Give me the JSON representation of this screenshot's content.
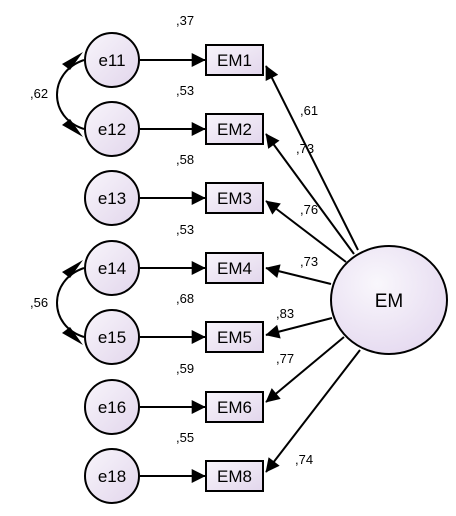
{
  "latent": {
    "label": "EM"
  },
  "errors": [
    {
      "id": "e11",
      "label": "e11"
    },
    {
      "id": "e12",
      "label": "e12"
    },
    {
      "id": "e13",
      "label": "e13"
    },
    {
      "id": "e14",
      "label": "e14"
    },
    {
      "id": "e15",
      "label": "e15"
    },
    {
      "id": "e16",
      "label": "e16"
    },
    {
      "id": "e18",
      "label": "e18"
    }
  ],
  "indicators": [
    {
      "label": "EM1",
      "r2": ",37",
      "loading": ",61"
    },
    {
      "label": "EM2",
      "r2": ",53",
      "loading": ",73"
    },
    {
      "label": "EM3",
      "r2": ",58",
      "loading": ",76"
    },
    {
      "label": "EM4",
      "r2": ",53",
      "loading": ",73"
    },
    {
      "label": "EM5",
      "r2": ",68",
      "loading": ",83"
    },
    {
      "label": "EM6",
      "r2": ",59",
      "loading": ",77"
    },
    {
      "label": "EM8",
      "r2": ",55",
      "loading": ",74"
    }
  ],
  "covariances": [
    {
      "from": "e11",
      "to": "e12",
      "value": ",62"
    },
    {
      "from": "e14",
      "to": "e15",
      "value": ",56"
    }
  ],
  "colors": {
    "node_fill_light": "#f7f3fb",
    "node_fill_dark": "#e4d8ee",
    "stroke": "#000000"
  }
}
